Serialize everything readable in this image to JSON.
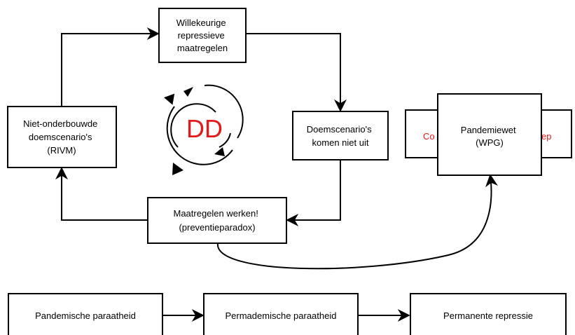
{
  "colors": {
    "stroke": "#000000",
    "background": "#ffffff",
    "accent_red": "#e41a1a"
  },
  "icons": [
    "cycle-arrows-icon"
  ],
  "cycle": {
    "top_box": [
      "Willekeurige",
      "repressieve",
      "maatregelen"
    ],
    "right_box": [
      "Doemscenario's",
      "komen niet uit"
    ],
    "bottom_box": [
      "Maatregelen werken!",
      "(preventieparadox)"
    ],
    "left_box": [
      "Niet-onderbouwde",
      "doemscenario's",
      "(RIVM)"
    ],
    "center_label": "DD"
  },
  "side": {
    "back_left_text": "Co",
    "back_right_text": "ep",
    "front_box": [
      "Pandemiewet",
      "(WPG)"
    ]
  },
  "chain": {
    "box1": "Pandemische paraatheid",
    "box2": "Permademische paraatheid",
    "box3": "Permanente repressie"
  }
}
